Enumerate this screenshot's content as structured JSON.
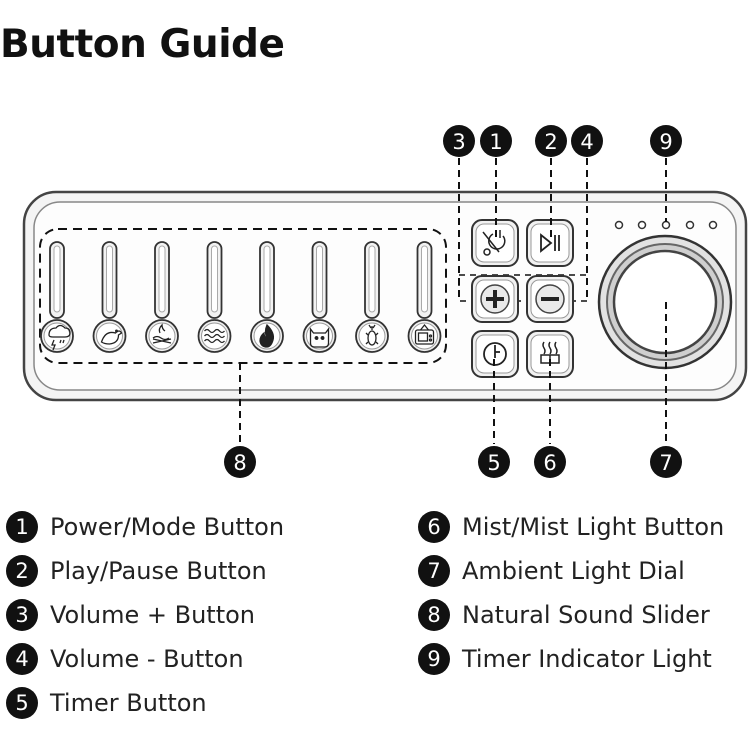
{
  "title": "Button Guide",
  "callouts": {
    "n1": "1",
    "n2": "2",
    "n3": "3",
    "n4": "4",
    "n5": "5",
    "n6": "6",
    "n7": "7",
    "n8": "8",
    "n9": "9"
  },
  "slider_icons": [
    "rain-thunder-icon",
    "bird-icon",
    "campfire-icon",
    "waves-icon",
    "fire-icon",
    "cat-icon",
    "cricket-icon",
    "tv-icon"
  ],
  "legend": [
    {
      "num": "1",
      "label": "Power/Mode Button"
    },
    {
      "num": "2",
      "label": "Play/Pause Button"
    },
    {
      "num": "3",
      "label": "Volume + Button"
    },
    {
      "num": "4",
      "label": "Volume - Button"
    },
    {
      "num": "5",
      "label": "Timer Button"
    },
    {
      "num": "6",
      "label": "Mist/Mist Light Button"
    },
    {
      "num": "7",
      "label": "Ambient Light Dial"
    },
    {
      "num": "8",
      "label": "Natural Sound Slider"
    },
    {
      "num": "9",
      "label": "Timer Indicator Light"
    }
  ],
  "colors": {
    "ink": "#111111",
    "device_outline": "#555555",
    "dial_ring": "#888888"
  }
}
